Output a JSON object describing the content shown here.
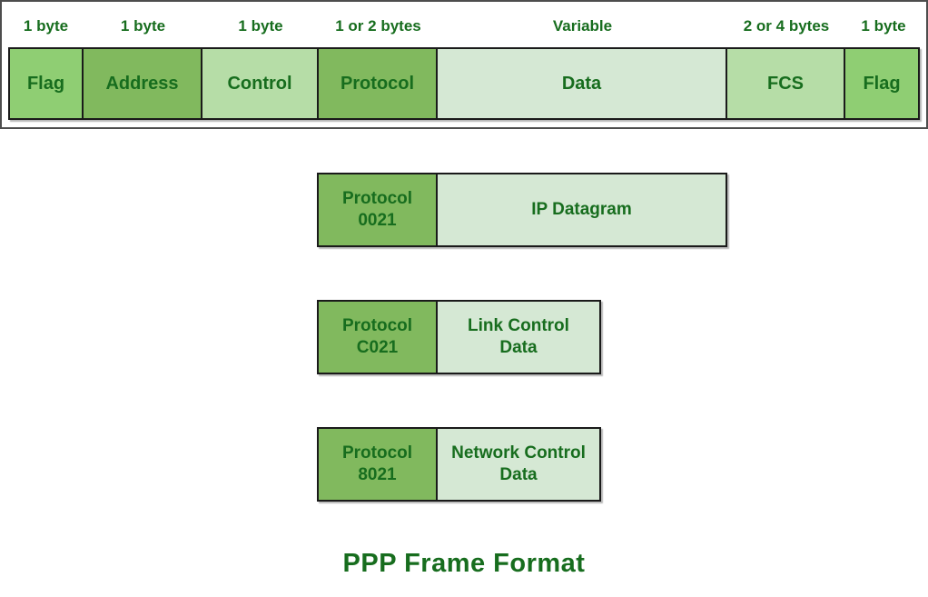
{
  "colors": {
    "flag-green": "#8fce73",
    "mid-green": "#81b95e",
    "light-green": "#b6dda7",
    "pale-green": "#d5e8d4",
    "text-green": "#176d1e",
    "box-border": "#1a1a1a",
    "frame-border": "#4d4d4d"
  },
  "frame": {
    "fields": [
      {
        "size": "1 byte",
        "label": "Flag"
      },
      {
        "size": "1 byte",
        "label": "Address"
      },
      {
        "size": "1 byte",
        "label": "Control"
      },
      {
        "size": "1 or 2 bytes",
        "label": "Protocol"
      },
      {
        "size": "Variable",
        "label": "Data"
      },
      {
        "size": "2 or 4 bytes",
        "label": "FCS"
      },
      {
        "size": "1 byte",
        "label": "Flag"
      }
    ]
  },
  "examples": [
    {
      "protocol": "Protocol\n0021",
      "payload": "IP Datagram"
    },
    {
      "protocol": "Protocol\nC021",
      "payload": "Link Control\nData"
    },
    {
      "protocol": "Protocol\n8021",
      "payload": "Network Control\nData"
    }
  ],
  "caption": "PPP Frame Format"
}
